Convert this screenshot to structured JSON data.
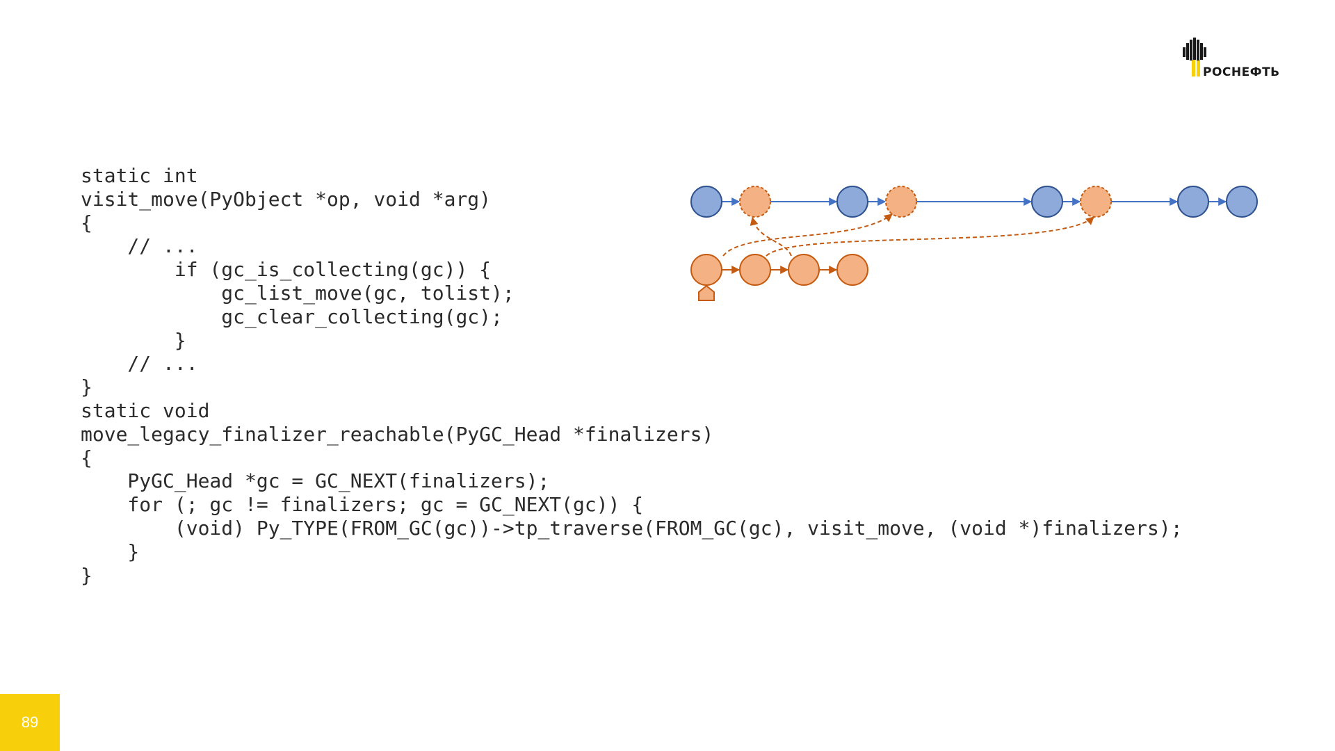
{
  "logo": {
    "text": "РОСНЕФТЬ",
    "brand_color": "#f7cf0a"
  },
  "code_lines": [
    "static int",
    "visit_move(PyObject *op, void *arg)",
    "{",
    "    // ...",
    "        if (gc_is_collecting(gc)) {",
    "            gc_list_move(gc, tolist);",
    "            gc_clear_collecting(gc);",
    "        }",
    "    // ...",
    "}",
    "static void",
    "move_legacy_finalizer_reachable(PyGC_Head *finalizers)",
    "{",
    "    PyGC_Head *gc = GC_NEXT(finalizers);",
    "    for (; gc != finalizers; gc = GC_NEXT(gc)) {",
    "        (void) Py_TYPE(FROM_GC(gc))->tp_traverse(FROM_GC(gc), visit_move, (void *)finalizers);",
    "    }",
    "}"
  ],
  "diagram": {
    "colors": {
      "blue_fill": "#8eaadb",
      "blue_stroke": "#2f528f",
      "blue_edge": "#4472c4",
      "orange_fill": "#f4b183",
      "orange_stroke": "#c55a11"
    },
    "top_list": [
      "blue",
      "orange-dashed",
      "blue",
      "orange-dashed",
      "blue",
      "orange-dashed",
      "blue",
      "blue"
    ],
    "bottom_list": [
      "orange",
      "orange",
      "orange",
      "orange"
    ]
  },
  "page_number": "89"
}
